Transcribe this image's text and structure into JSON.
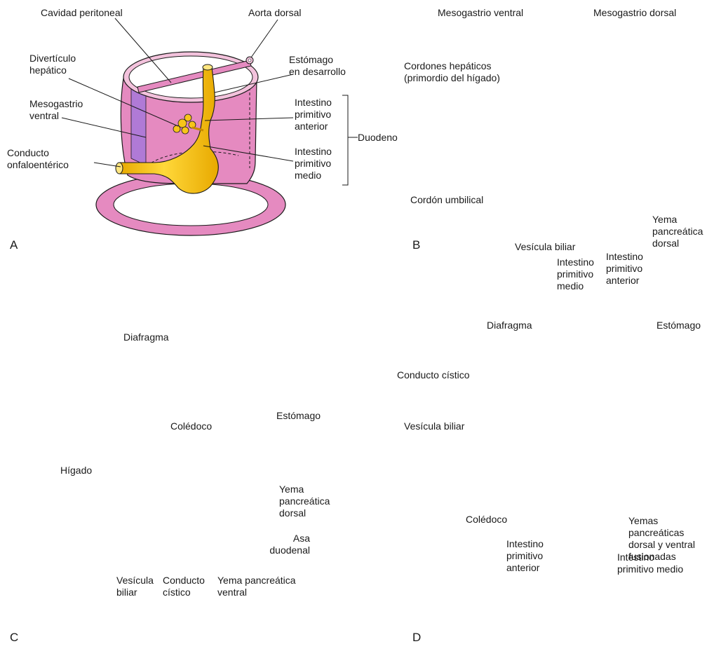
{
  "colors": {
    "tissue": "#e58ac0",
    "tissue_dark": "#c0508f",
    "tissue_light": "#f3c2dc",
    "mesentery": "#b07ad6",
    "gut": "#f7c51a",
    "gut_light": "#ffe680",
    "gut_dark": "#c98a00",
    "embryo": "#f5b7c6",
    "outline": "#1a1a1a",
    "cavity": "#ffffff"
  },
  "panels": {
    "a": {
      "letter": "A",
      "labels": {
        "cavidad": "Cavidad peritoneal",
        "aorta": "Aorta dorsal",
        "diverticulo": "Divertículo\nhepático",
        "estomago": "Estómago\nen desarrollo",
        "mesogastrio": "Mesogastrio\nventral",
        "anterior": "Intestino\nprimitivo\nanterior",
        "duodeno": "Duodeno",
        "conducto": "Conducto\nonfaloentérico",
        "medio": "Intestino\nprimitivo\nmedio"
      }
    },
    "b": {
      "letter": "B",
      "labels": {
        "meso_ventral": "Mesogastrio ventral",
        "meso_dorsal": "Mesogastrio dorsal",
        "cordones": "Cordones hepáticos\n(primordio del hígado)",
        "cordon": "Cordón umbilical",
        "yema": "Yema\npancreática\ndorsal",
        "vesicula": "Vesícula biliar",
        "medio": "Intestino\nprimitivo\nmedio",
        "anterior": "Intestino\nprimitivo\nanterior"
      }
    },
    "c": {
      "letter": "C",
      "labels": {
        "diafragma": "Diafragma",
        "coledoco": "Colédoco",
        "estomago": "Estómago",
        "higado": "Hígado",
        "yema_dorsal": "Yema\npancreática\ndorsal",
        "asa": "Asa\nduodenal",
        "vesicula": "Vesícula\nbiliar",
        "cistico": "Conducto\ncístico",
        "yema_ventral": "Yema pancreática\nventral"
      }
    },
    "d": {
      "letter": "D",
      "labels": {
        "diafragma": "Diafragma",
        "estomago": "Estómago",
        "cistico": "Conducto cístico",
        "vesicula": "Vesícula biliar",
        "yemas": "Yemas\npancreáticas\ndorsal y ventral\nfusionadas",
        "coledoco": "Colédoco",
        "anterior": "Intestino\nprimitivo\nanterior",
        "medio": "Intestino\nprimitivo medio"
      }
    }
  }
}
